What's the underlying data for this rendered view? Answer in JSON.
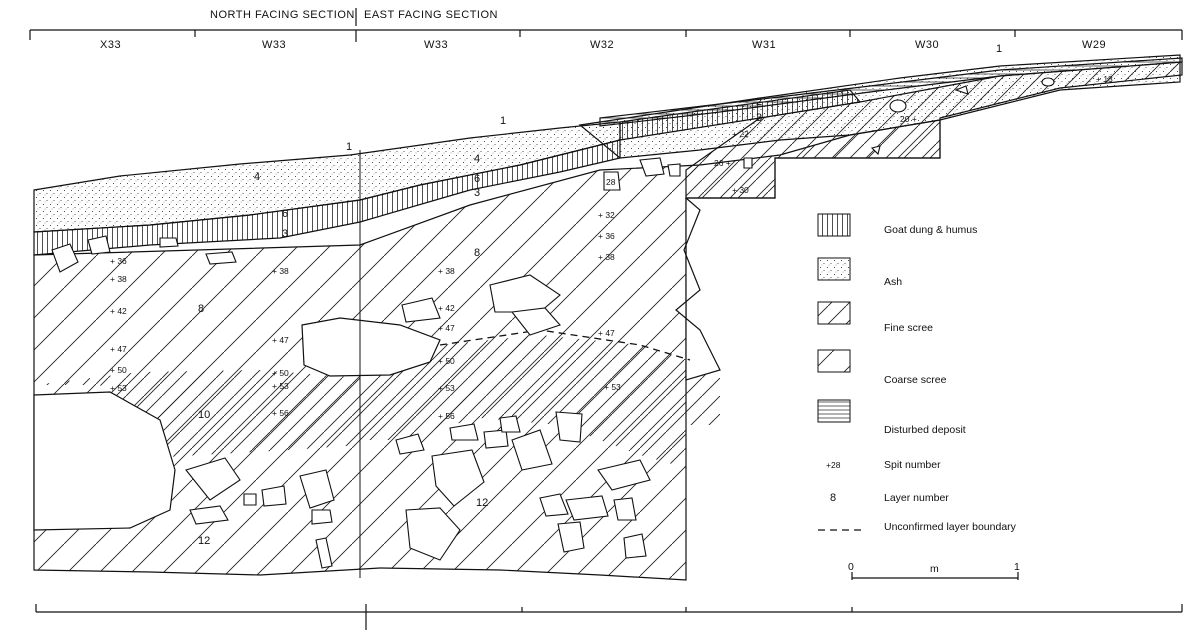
{
  "header": {
    "north": "NORTH FACING SECTION",
    "east": "EAST FACING SECTION"
  },
  "squares": [
    "X33",
    "W33",
    "W33",
    "W32",
    "W31",
    "W30",
    "W29"
  ],
  "layers": [
    "1",
    "1",
    "1",
    "2",
    "3",
    "4",
    "4",
    "6",
    "6",
    "3",
    "3",
    "8",
    "8",
    "10",
    "12",
    "12"
  ],
  "spits": [
    "+ 36",
    "+ 38",
    "+ 42",
    "+ 47",
    "+ 50",
    "+ 53",
    "+ 38",
    "+ 47",
    "+ 50",
    "+ 53",
    "+ 56",
    "+ 38",
    "+ 42",
    "+ 47",
    "+ 50",
    "+ 53",
    "+ 56",
    "+ 32",
    "+ 36",
    "+ 38",
    "+ 47",
    "+ 53",
    "+ 22",
    "26 +",
    "+ 30",
    "20 +",
    "+ 18",
    "28"
  ],
  "legend": {
    "items": [
      {
        "pattern": "vertical",
        "label": "Goat dung & humus"
      },
      {
        "pattern": "dots",
        "label": "Ash"
      },
      {
        "pattern": "fine",
        "label": "Fine scree"
      },
      {
        "pattern": "coarse",
        "label": "Coarse scree"
      },
      {
        "pattern": "horizontal",
        "label": "Disturbed deposit"
      }
    ],
    "spit_symbol": "+28",
    "spit_label": "Spit number",
    "layer_symbol": "8",
    "layer_label": "Layer number",
    "boundary_label": "Unconfirmed layer boundary"
  },
  "scale": {
    "start": "0",
    "unit": "m",
    "end": "1"
  }
}
